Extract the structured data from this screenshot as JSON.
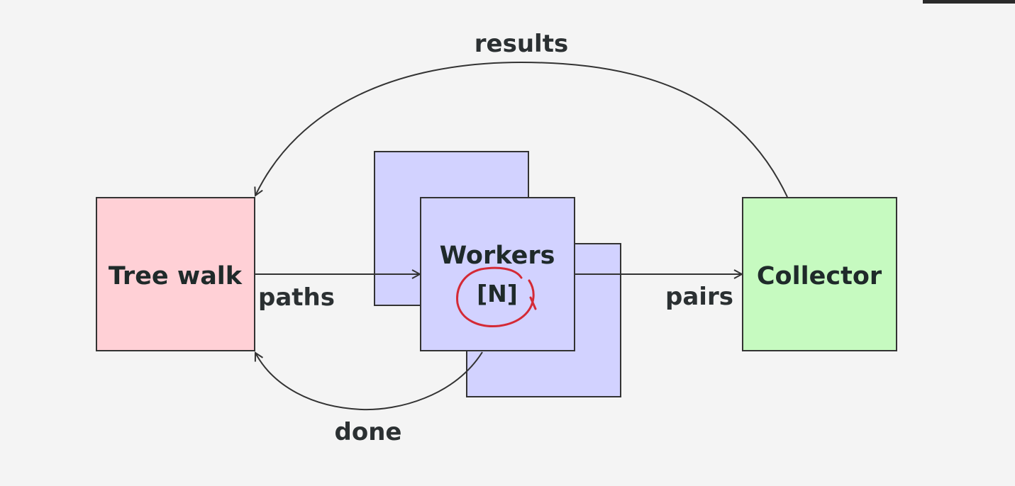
{
  "diagram": {
    "nodes": {
      "tree_walk": {
        "label": "Tree walk",
        "fill": "#ffd0d6"
      },
      "workers": {
        "label": "Workers",
        "count_label": "[N]",
        "fill": "#d2d2ff"
      },
      "collector": {
        "label": "Collector",
        "fill": "#c6fac0"
      }
    },
    "edges": {
      "paths": {
        "label": "paths",
        "from": "Tree walk",
        "to": "Workers"
      },
      "pairs": {
        "label": "pairs",
        "from": "Workers",
        "to": "Collector"
      },
      "results": {
        "label": "results",
        "from": "Collector",
        "to": "Tree walk"
      },
      "done": {
        "label": "done",
        "from": "Workers",
        "to": "Tree walk"
      }
    },
    "annotation": {
      "shape": "hand-drawn circle",
      "target": "[N]",
      "color": "#d42a36"
    }
  }
}
